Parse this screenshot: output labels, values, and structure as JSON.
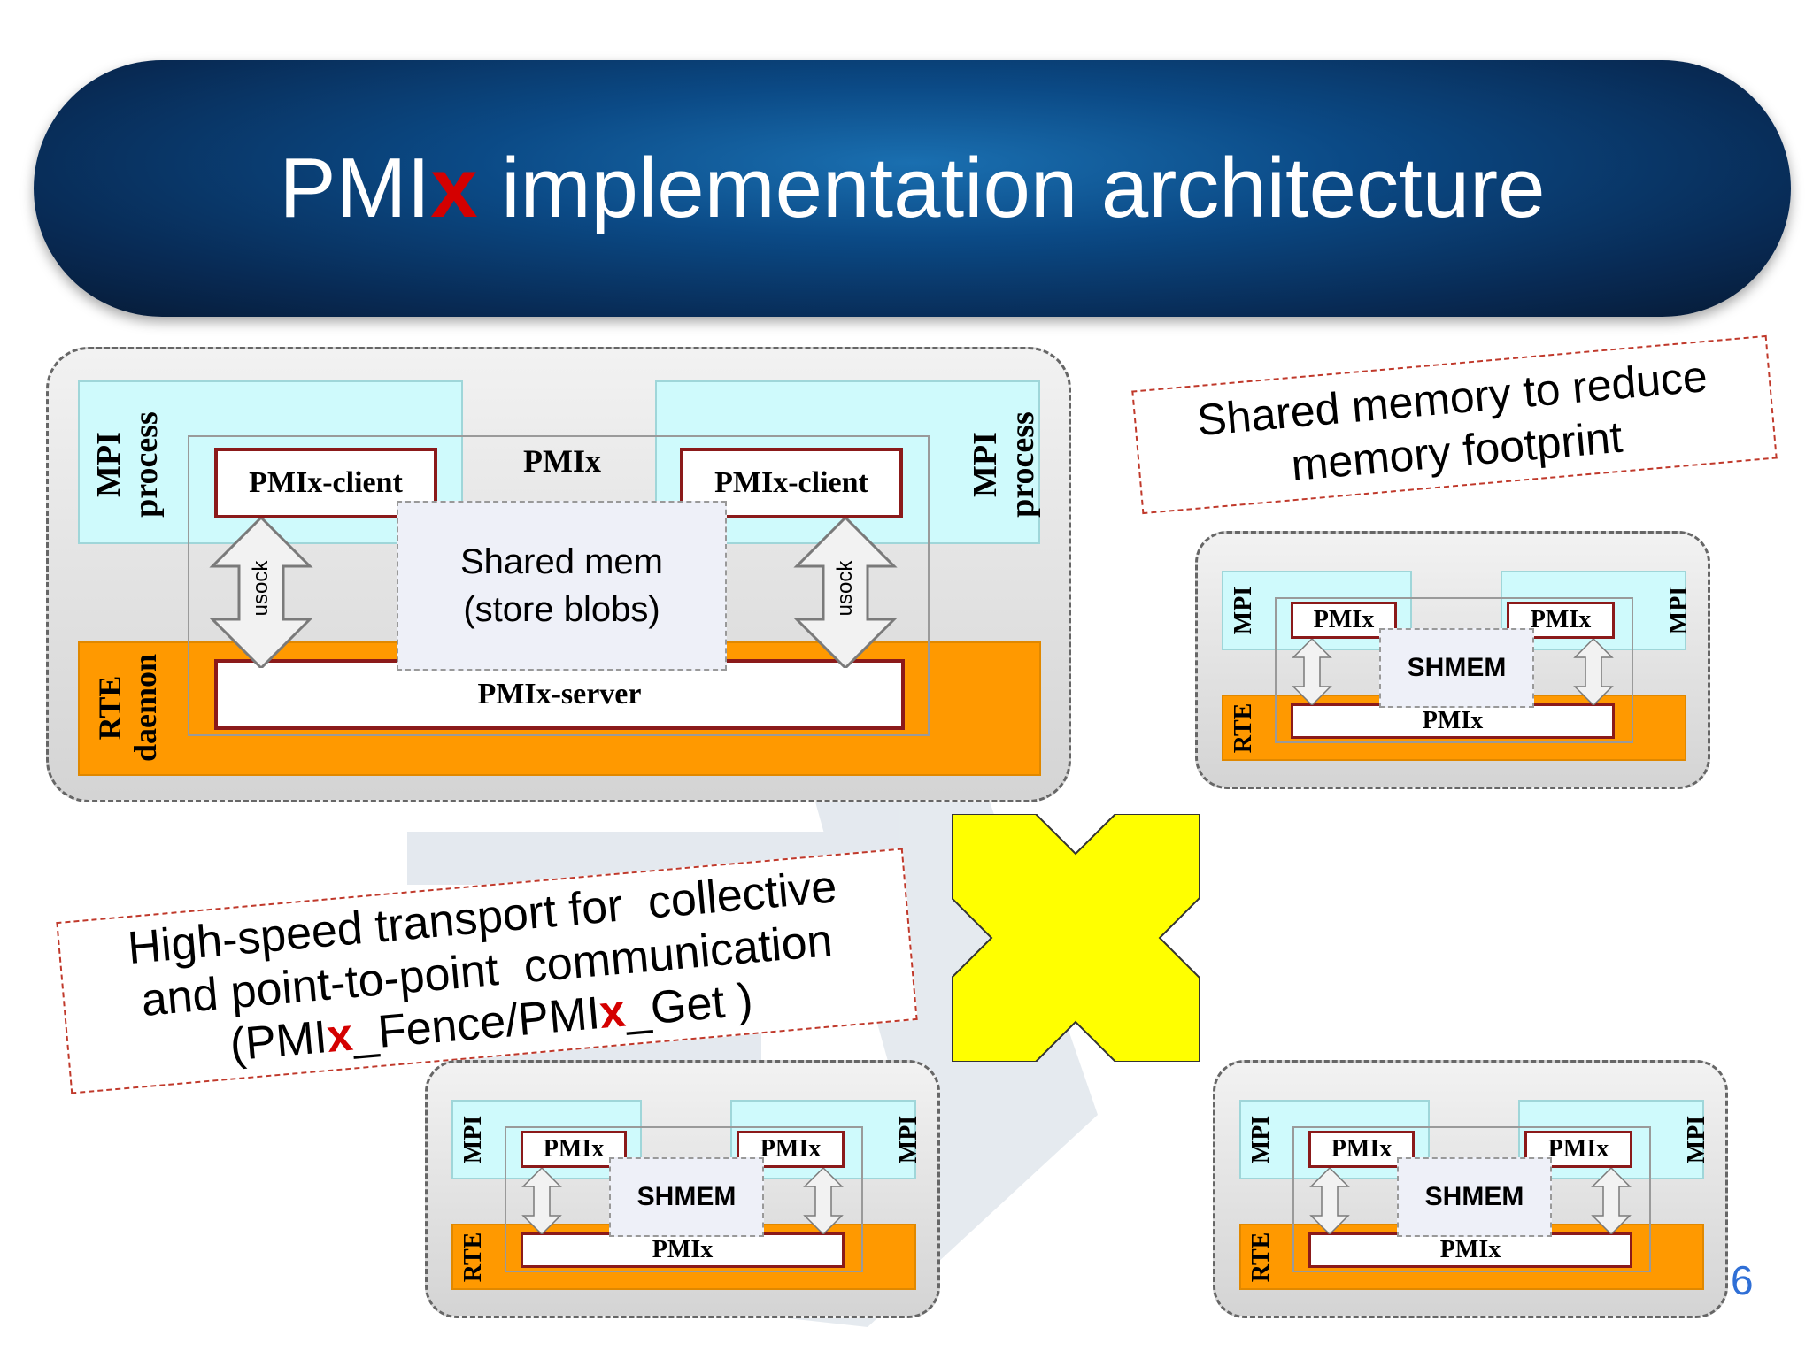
{
  "title": {
    "prefix": "PMI",
    "x": "x",
    "suffix": " implementation architecture"
  },
  "main_panel": {
    "left_mpi_1": "MPI",
    "left_mpi_2": "process",
    "right_mpi_1": "MPI",
    "right_mpi_2": "process",
    "rte_1": "RTE",
    "rte_2": "daemon",
    "pmix_label": "PMIx",
    "client_left": "PMIx-client",
    "client_right": "PMIx-client",
    "shared_mem_1": "Shared mem",
    "shared_mem_2": "(store blobs)",
    "usock_left": "usock",
    "usock_right": "usock",
    "server": "PMIx-server"
  },
  "callout_shm": {
    "line1": "Shared memory to reduce",
    "line2": "memory footprint"
  },
  "callout_transport": {
    "line1": "High-speed transport for  collective",
    "line2": "and point-to-point  communication",
    "line3_a": "(PMI",
    "line3_x1": "x",
    "line3_b": "_Fence/PMI",
    "line3_x2": "x",
    "line3_c": "_Get )"
  },
  "small_panel": {
    "mpi": "MPI",
    "rte": "RTE",
    "pmix": "PMIx",
    "shmem": "SHMEM",
    "server": "PMIx"
  },
  "page_number": "6",
  "colors": {
    "banner": "#0b4a86",
    "cyan": "#cffafc",
    "orange": "#ff9900",
    "yellow": "#ffff00",
    "accent_red": "#d40000",
    "border_red": "#8b1a1a"
  }
}
